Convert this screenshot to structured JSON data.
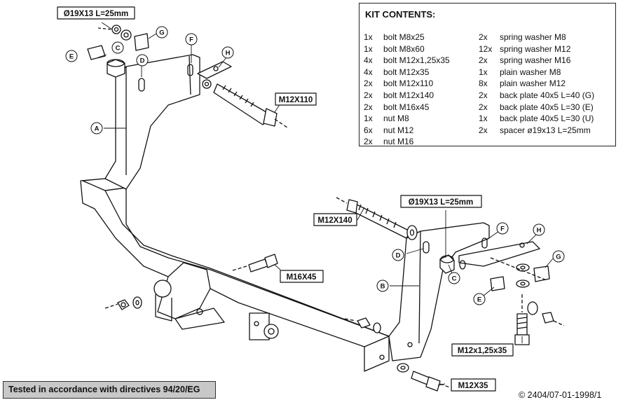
{
  "kit": {
    "title": "KIT CONTENTS:",
    "left_items": [
      {
        "qty": "1x",
        "desc": "bolt M8x25"
      },
      {
        "qty": "1x",
        "desc": "bolt M8x60"
      },
      {
        "qty": "4x",
        "desc": "bolt M12x1,25x35"
      },
      {
        "qty": "4x",
        "desc": "bolt M12x35"
      },
      {
        "qty": "2x",
        "desc": "bolt M12x110"
      },
      {
        "qty": "2x",
        "desc": "bolt M12x140"
      },
      {
        "qty": "2x",
        "desc": "bolt M16x45"
      },
      {
        "qty": "1x",
        "desc": "nut M8"
      },
      {
        "qty": "6x",
        "desc": "nut M12"
      },
      {
        "qty": "2x",
        "desc": "nut M16"
      }
    ],
    "right_items": [
      {
        "qty": "2x",
        "desc": "spring washer M8"
      },
      {
        "qty": "12x",
        "desc": "spring washer M12"
      },
      {
        "qty": "2x",
        "desc": "spring washer M16"
      },
      {
        "qty": "1x",
        "desc": "plain washer M8"
      },
      {
        "qty": "8x",
        "desc": "plain washer M12"
      },
      {
        "qty": "2x",
        "desc": "back plate 40x5 L=40 (G)"
      },
      {
        "qty": "2x",
        "desc": "back plate 40x5 L=30 (E)"
      },
      {
        "qty": "1x",
        "desc": "back plate 40x5 L=30 (U)"
      },
      {
        "qty": "2x",
        "desc": "spacer ø19x13 L=25mm"
      }
    ]
  },
  "labels": {
    "spacer_top": "Ø19X13 L=25mm",
    "spacer_right": "Ø19X13 L=25mm",
    "m12x110": "M12X110",
    "m12x140": "M12X140",
    "m16x45": "M16X45",
    "m12x125x35": "M12x1,25x35",
    "m12x35": "M12X35"
  },
  "callouts": {
    "a": "A",
    "b": "B",
    "c_top": "C",
    "c_right": "C",
    "d_top": "D",
    "d_right": "D",
    "e_top": "E",
    "e_right": "E",
    "f_top": "F",
    "f_right": "F",
    "g_top": "G",
    "g_right": "G",
    "h_top": "H",
    "h_right": "H"
  },
  "footer": {
    "tested": "Tested in accordance with directives 94/20/EG",
    "copyright": "© 2404/07-01-1998/1"
  }
}
